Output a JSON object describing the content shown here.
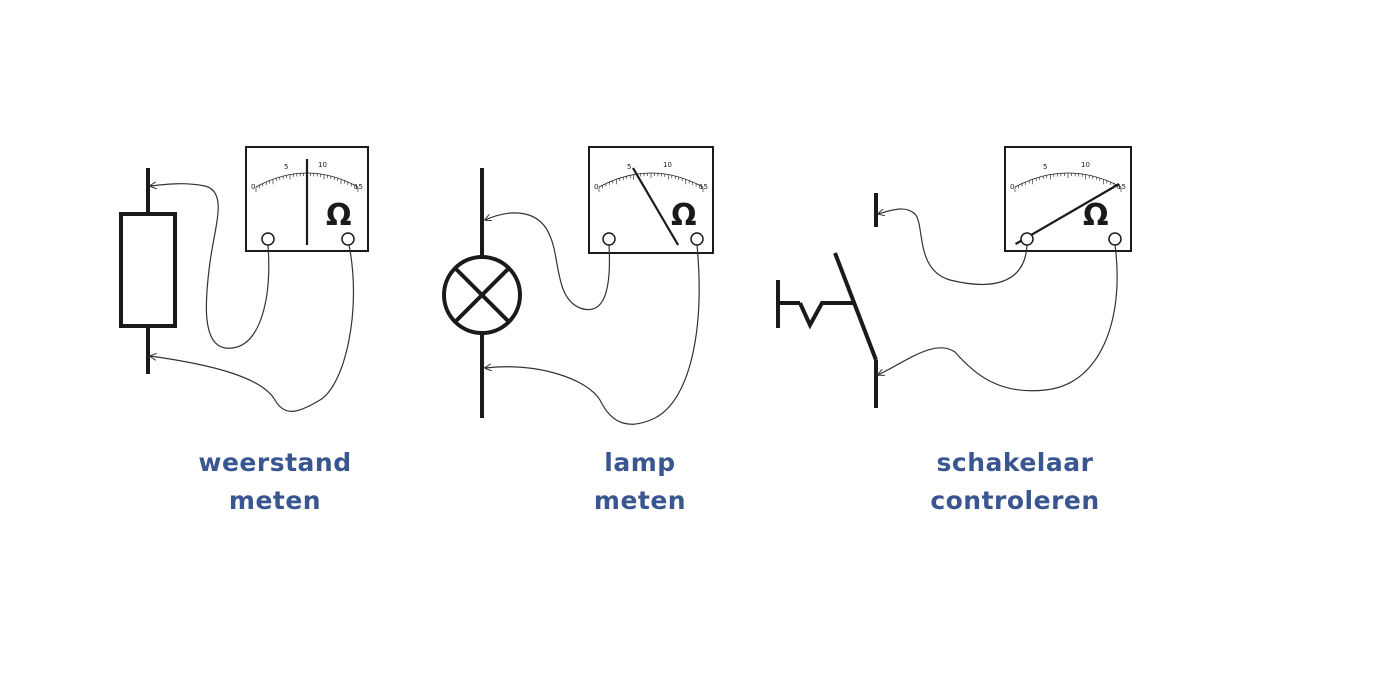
{
  "colors": {
    "caption": "#3a5690",
    "line": "#1a1a1a"
  },
  "meter": {
    "unit_symbol": "Ω",
    "scale_labels": [
      "0",
      "5",
      "10",
      "15"
    ]
  },
  "panels": [
    {
      "id": "resistor",
      "caption_line1": "weerstand",
      "caption_line2": "meten",
      "needle_value": 0.5
    },
    {
      "id": "lamp",
      "caption_line1": "lamp",
      "caption_line2": "meten",
      "needle_value": 0.32
    },
    {
      "id": "switch",
      "caption_line1": "schakelaar",
      "caption_line2": "controleren",
      "needle_value": 1.0
    }
  ]
}
